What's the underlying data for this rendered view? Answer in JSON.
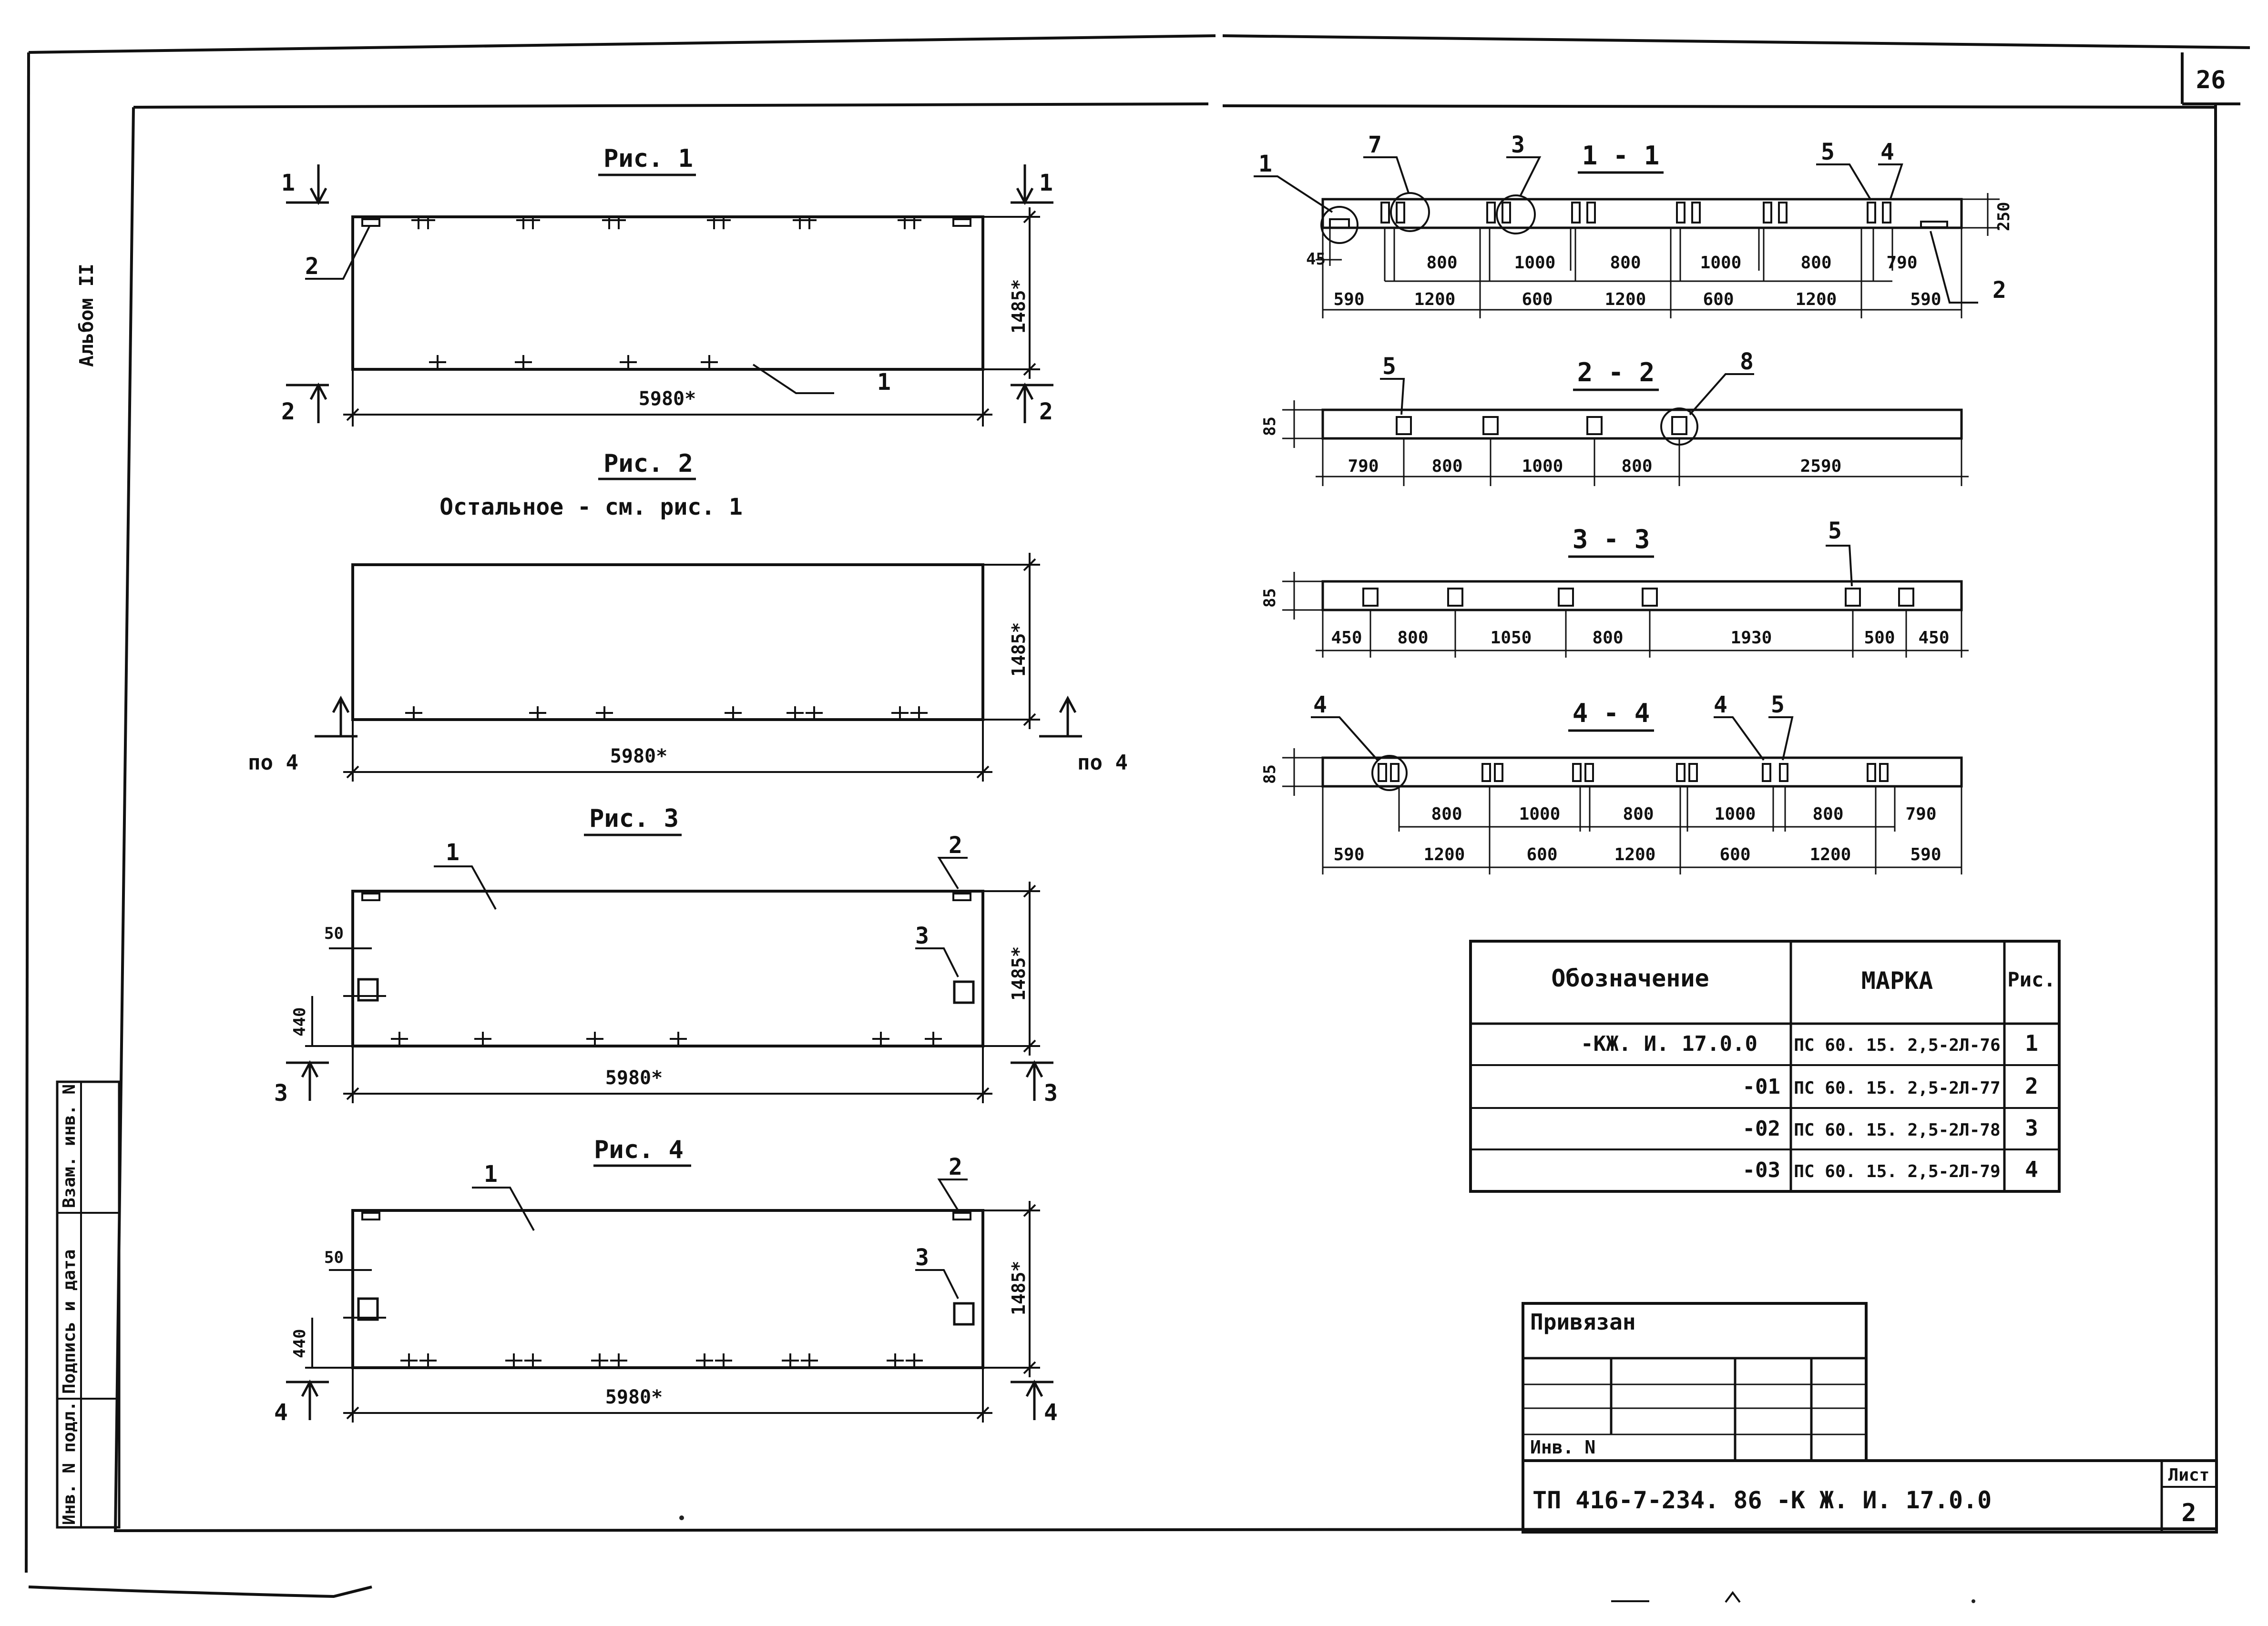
{
  "sheet_corner_number": "26",
  "album_label": "Альбом II",
  "left_strip": {
    "inv_podl": "Инв. N подл.",
    "podpis_data": "Подпись и дата",
    "vzam_inv": "Взам. инв. N"
  },
  "figures": [
    {
      "title": "Рис. 1",
      "length_dim": "5980*",
      "height_dim": "1485*",
      "section_top": "1",
      "section_bottom": "2",
      "callouts": [
        "1",
        "2"
      ]
    },
    {
      "title": "Рис. 2",
      "note": "Остальное - см. рис. 1",
      "length_dim": "5980*",
      "height_dim": "1485*",
      "section_left": "по 4",
      "section_right": "по 4"
    },
    {
      "title": "Рис. 3",
      "length_dim": "5980*",
      "height_dim": "1485*",
      "dim_50": "50",
      "dim_440": "440",
      "section": "3",
      "callouts": [
        "1",
        "2",
        "3"
      ]
    },
    {
      "title": "Рис. 4",
      "length_dim": "5980*",
      "height_dim": "1485*",
      "dim_50": "50",
      "dim_440": "440",
      "section": "4",
      "callouts": [
        "1",
        "2",
        "3"
      ]
    }
  ],
  "sections": [
    {
      "title": "1 - 1",
      "callouts": [
        "1",
        "7",
        "3",
        "5",
        "4",
        "2"
      ],
      "depth_dim": "250",
      "left_dim": "45",
      "upper_dims": [
        "800",
        "1000",
        "800",
        "1000",
        "800",
        "790"
      ],
      "lower_dims": [
        "590",
        "1200",
        "600",
        "1200",
        "600",
        "1200",
        "590"
      ]
    },
    {
      "title": "2 - 2",
      "callouts": [
        "5",
        "8"
      ],
      "depth_dim": "85",
      "dims": [
        "790",
        "800",
        "1000",
        "800",
        "2590"
      ]
    },
    {
      "title": "3 - 3",
      "callouts": [
        "5"
      ],
      "depth_dim": "85",
      "dims": [
        "450",
        "800",
        "1050",
        "800",
        "1930",
        "500",
        "450"
      ]
    },
    {
      "title": "4 - 4",
      "callouts": [
        "4",
        "4",
        "5"
      ],
      "depth_dim": "85",
      "upper_dims": [
        "800",
        "1000",
        "800",
        "1000",
        "800",
        "790"
      ],
      "lower_dims": [
        "590",
        "1200",
        "600",
        "1200",
        "600",
        "1200",
        "590"
      ]
    }
  ],
  "table": {
    "headers": [
      "Обозначение",
      "МАРКА",
      "Рис."
    ],
    "rows": [
      [
        "-КЖ. И. 17.0.0",
        "ПС 60. 15. 2,5-2Л-76",
        "1"
      ],
      [
        "-01",
        "ПС 60. 15. 2,5-2Л-77",
        "2"
      ],
      [
        "-02",
        "ПС 60. 15. 2,5-2Л-78",
        "3"
      ],
      [
        "-03",
        "ПС 60. 15. 2,5-2Л-79",
        "4"
      ]
    ]
  },
  "privyazan": {
    "title": "Привязан",
    "inv_label": "Инв. N"
  },
  "title_block": {
    "doc_code": "ТП 416-7-234. 86 -К Ж. И. 17.0.0",
    "sheet_label": "Лист",
    "sheet_number": "2"
  }
}
